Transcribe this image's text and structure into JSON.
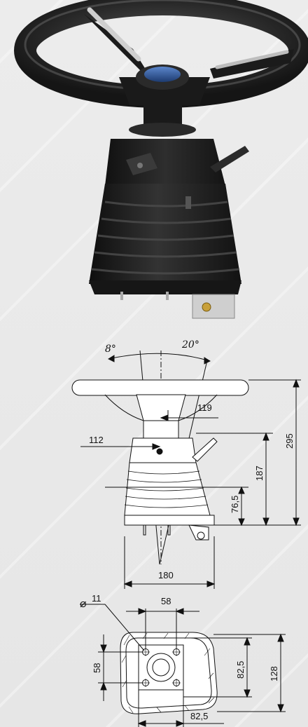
{
  "product_photo": {
    "description_icon": "steering-column-photo"
  },
  "side_view": {
    "angle_left": "8°",
    "angle_right": "20°",
    "dim_119": "119",
    "dim_112": "112",
    "dim_295": "295",
    "dim_187": "187",
    "dim_76_5": "76,5",
    "dim_180": "180"
  },
  "bottom_view": {
    "hole_diameter": "11",
    "diameter_symbol": "⌀",
    "dim_58_top": "58",
    "dim_58_left": "58",
    "dim_82_5_vertical": "82,5",
    "dim_128": "128",
    "dim_82_5_bottom": "82,5"
  },
  "colors": {
    "line": "#111111",
    "photo_dark": "#1c1c1c",
    "hub_blue": "#2a4f8f",
    "background": "#e9e9e9"
  }
}
